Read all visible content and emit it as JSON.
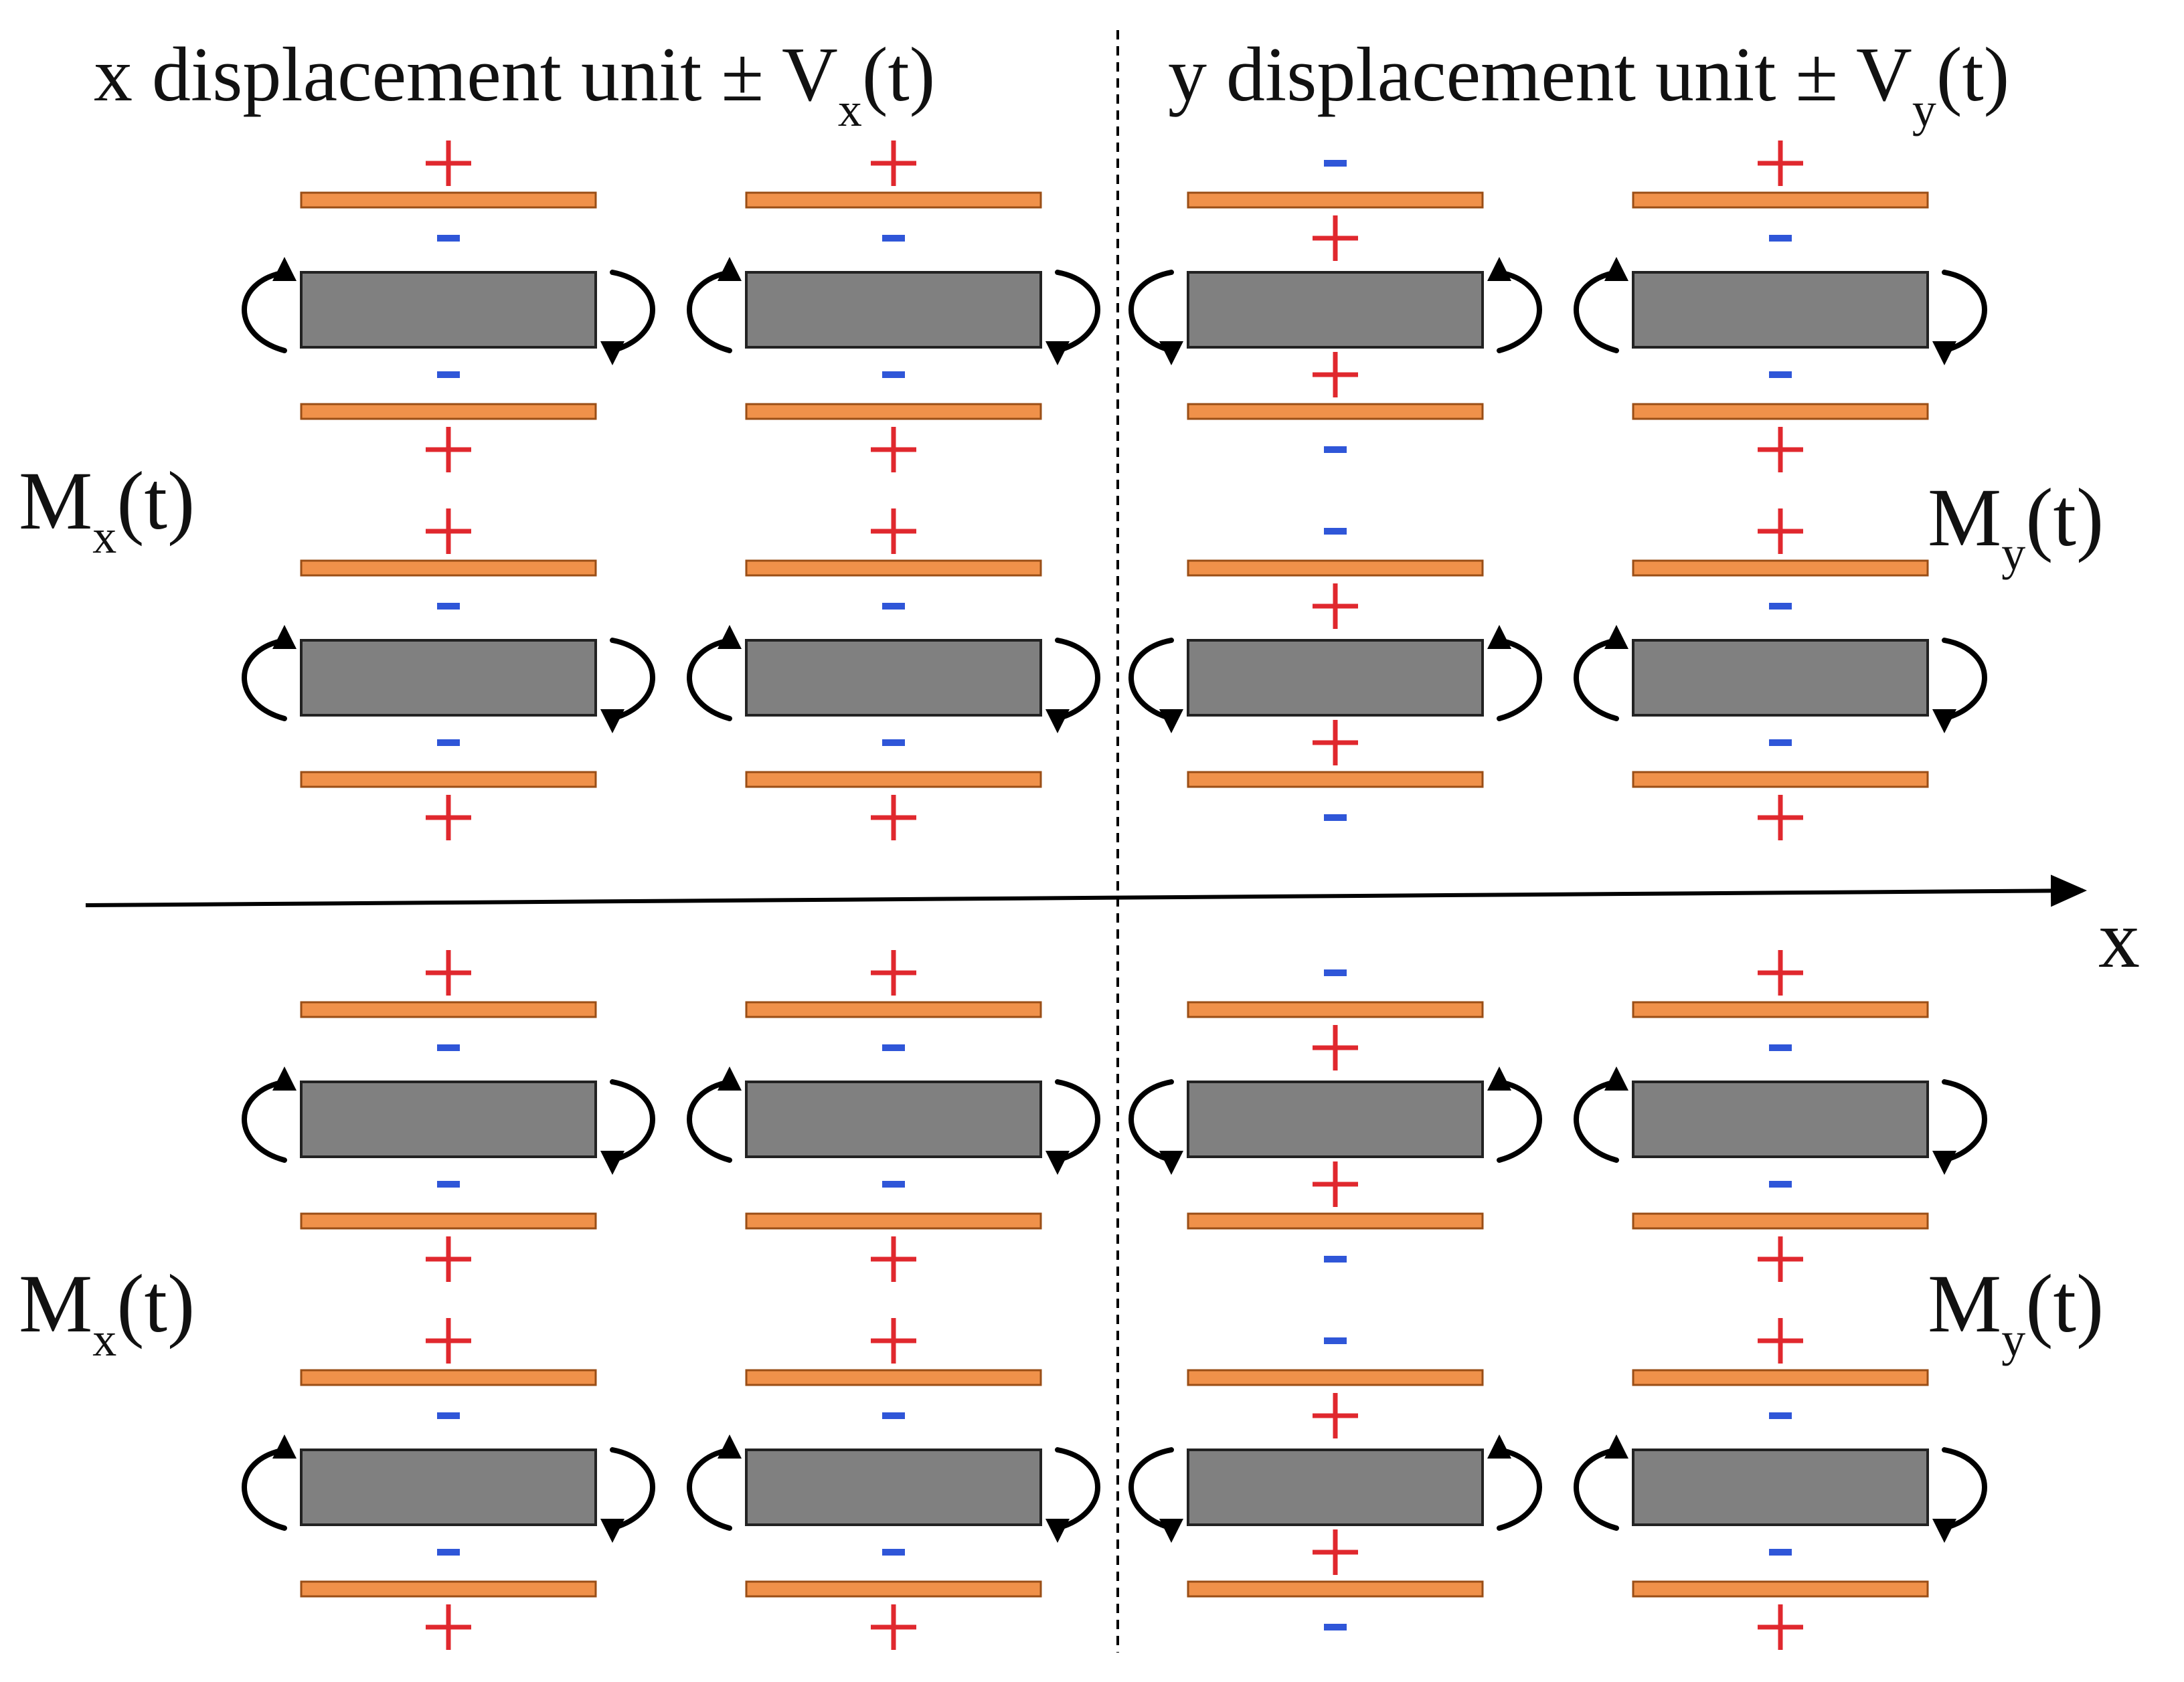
{
  "titles": {
    "x_unit": {
      "text": "x displacement unit ± V",
      "sub": "x",
      "tail": "(t)"
    },
    "y_unit": {
      "text": "y displacement unit ± V",
      "sub": "y",
      "tail": "(t)"
    }
  },
  "side_labels": {
    "mx_top": {
      "main": "M",
      "sub": "x",
      "tail": "(t)"
    },
    "my_top": {
      "main": "M",
      "sub": "y",
      "tail": "(t)"
    },
    "mx_bottom": {
      "main": "M",
      "sub": "x",
      "tail": "(t)"
    },
    "my_bottom": {
      "main": "M",
      "sub": "y",
      "tail": "(t)"
    }
  },
  "axis": {
    "label": "x"
  },
  "colors": {
    "electrode": "#f0914a",
    "electrode_edge": "#9a4e16",
    "beam": "#808080",
    "plus": "#e0282e",
    "minus": "#2f56d8",
    "ink": "#000000"
  },
  "signs": {
    "plus": "+",
    "minus": "-"
  },
  "units": {
    "x_mode": {
      "signs": [
        "+",
        "-",
        "-",
        "+"
      ],
      "rotation": "clockwise"
    },
    "y_mode_first": {
      "signs": [
        "-",
        "+",
        "+",
        "-"
      ],
      "rotation": "counterclockwise"
    },
    "y_mode_second": {
      "signs": [
        "+",
        "-",
        "-",
        "+"
      ],
      "rotation": "clockwise"
    }
  },
  "units_note": "signs are listed top-to-bottom: above upper electrode, below upper electrode, above lower electrode, below lower electrode"
}
